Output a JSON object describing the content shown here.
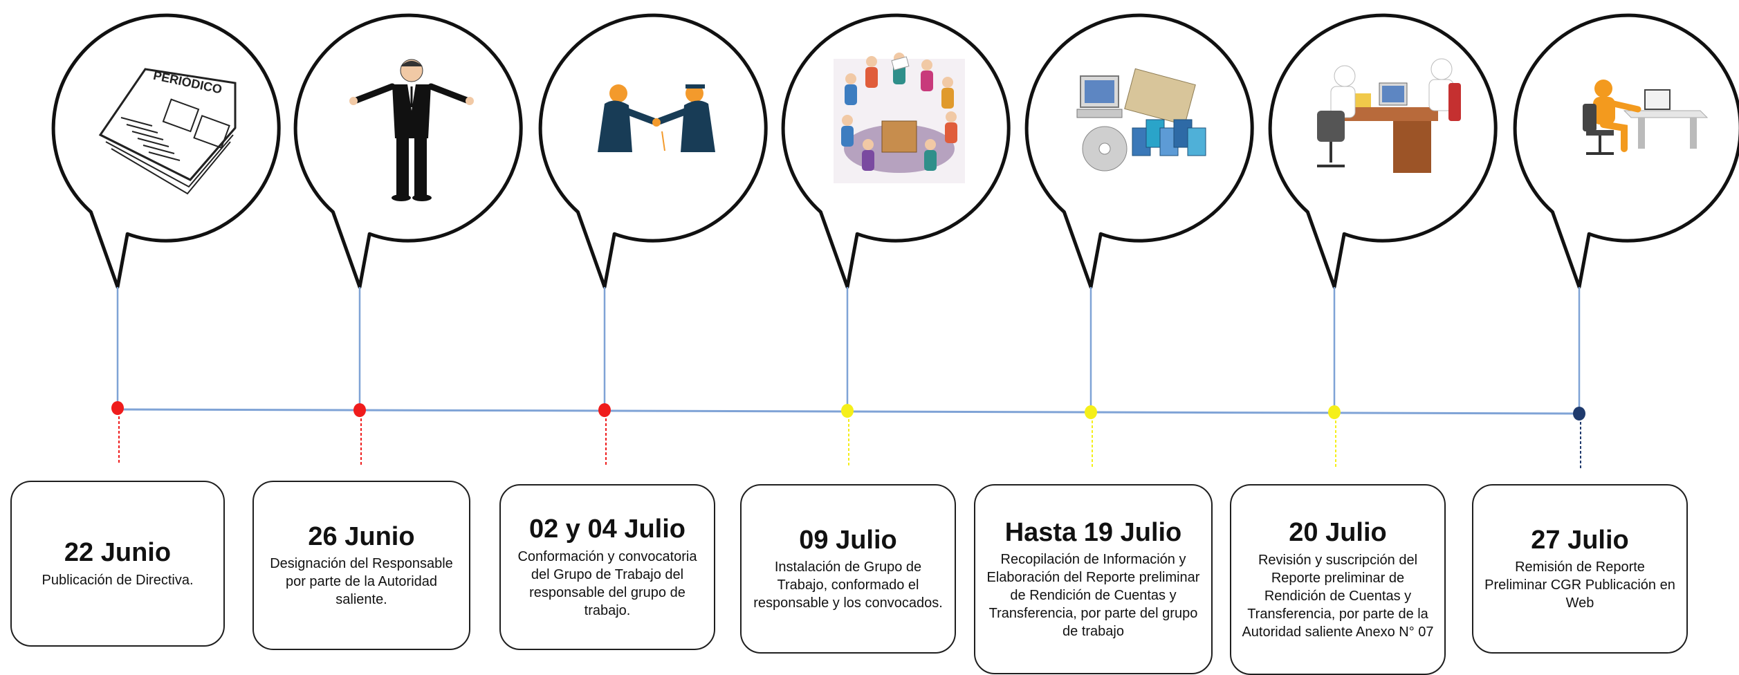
{
  "colors": {
    "line": "#7fa3d6",
    "bubble_stroke": "#111111",
    "dot_red": "#ef1c1c",
    "dot_yellow": "#f5ef1a",
    "dot_navy": "#1f3a6d"
  },
  "events": [
    {
      "date": "22 Junio",
      "description": "Publicación de Directiva.",
      "icon": "newspaper-icon",
      "icon_text": "PERIÓDICO",
      "status_color": "red"
    },
    {
      "date": "26 Junio",
      "description": "Designación del Responsable por parte de la Autoridad saliente.",
      "icon": "businessman-icon",
      "status_color": "red"
    },
    {
      "date": "02 y 04 Julio",
      "description": "Conformación y convocatoria del Grupo de Trabajo del responsable del grupo de trabajo.",
      "icon": "handshake-icon",
      "status_color": "red"
    },
    {
      "date": "09 Julio",
      "description": "Instalación de Grupo de Trabajo, conformado el responsable y los convocados.",
      "icon": "team-meeting-icon",
      "status_color": "yellow"
    },
    {
      "date": "Hasta 19 Julio",
      "description": "Recopilación de Información y Elaboración del Reporte preliminar de Rendición de Cuentas y Transferencia, por parte del grupo de trabajo",
      "icon": "computer-documents-icon",
      "status_color": "yellow"
    },
    {
      "date": "20 Julio",
      "description": "Revisión y suscripción del Reporte preliminar de Rendición de Cuentas y Transferencia, por parte de la Autoridad saliente Anexo N° 07",
      "icon": "office-review-icon",
      "status_color": "yellow"
    },
    {
      "date": "27 Julio",
      "description": "Remisión de Reporte Preliminar CGR Publicación en Web",
      "icon": "person-laptop-icon",
      "status_color": "navy"
    }
  ]
}
